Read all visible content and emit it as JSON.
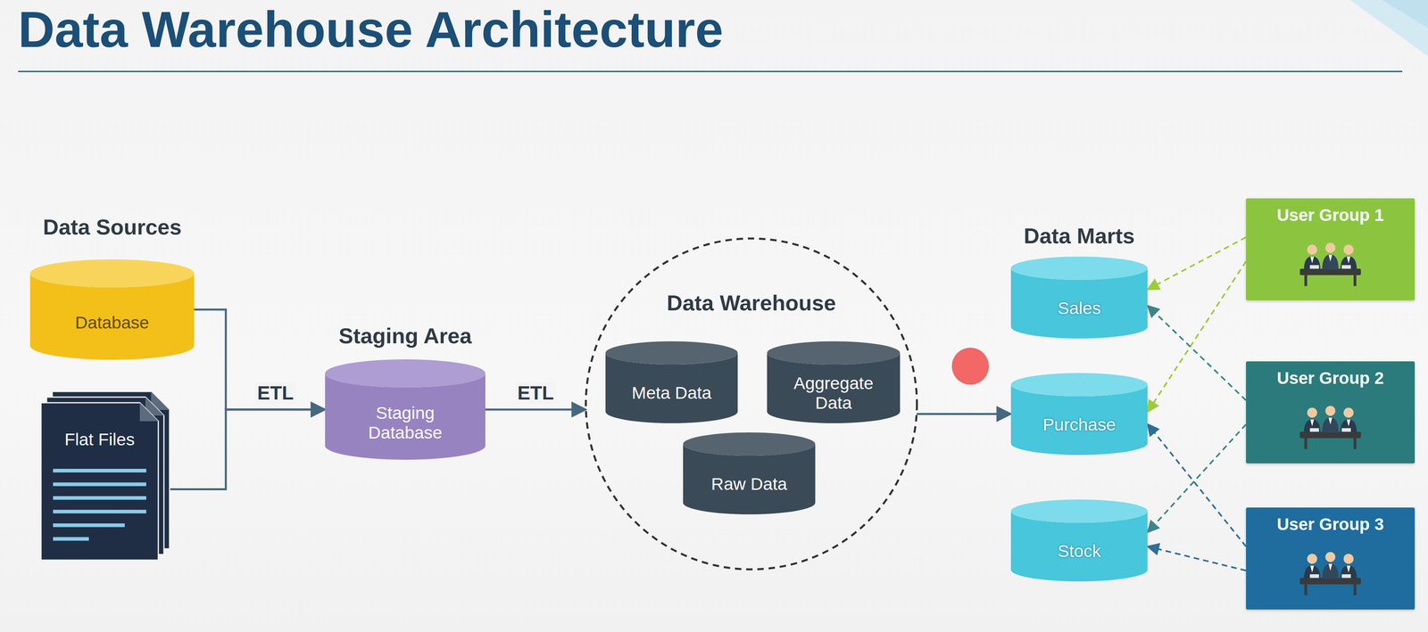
{
  "diagram": {
    "title": "Data Warehouse Architecture",
    "nodes": [
      {
        "text": [
          "Database"
        ]
      },
      {
        "text": [
          "Flat Files"
        ]
      },
      {
        "text": [
          "Staging Area",
          "Staging Database"
        ]
      },
      {
        "text": [
          "Data Warehouse"
        ]
      },
      {
        "text": [
          "Meta Data"
        ],
        "in": 3
      },
      {
        "text": [
          "Aggregate Data"
        ],
        "in": 3
      },
      {
        "text": [
          "Raw Data"
        ],
        "in": 3
      },
      {
        "text": [
          "Sales"
        ]
      },
      {
        "text": [
          "Purchase"
        ]
      },
      {
        "text": [
          "Stock"
        ]
      },
      {
        "text": [
          "User Group 1"
        ]
      },
      {
        "text": [
          "User Group 2"
        ]
      },
      {
        "text": [
          "User Group 3"
        ]
      }
    ],
    "edges": [
      {
        "from": 0,
        "to": 2,
        "label": "ETL",
        "arrow": "to"
      },
      {
        "from": 1,
        "to": 2,
        "arrow": "to"
      },
      {
        "from": 2,
        "to": 3,
        "label": "ETL",
        "arrow": "to"
      },
      {
        "from": 3,
        "to": 8,
        "arrow": "to"
      },
      {
        "from": 10,
        "to": 7,
        "arrow": "to"
      },
      {
        "from": 10,
        "to": 8,
        "arrow": "to"
      },
      {
        "from": 11,
        "to": 7,
        "arrow": "to"
      },
      {
        "from": 11,
        "to": 9,
        "arrow": "to"
      },
      {
        "from": 12,
        "to": 8,
        "arrow": "to"
      },
      {
        "from": 12,
        "to": 9,
        "arrow": "to"
      }
    ],
    "labels": [
      "Data Sources",
      "Data Marts"
    ]
  }
}
